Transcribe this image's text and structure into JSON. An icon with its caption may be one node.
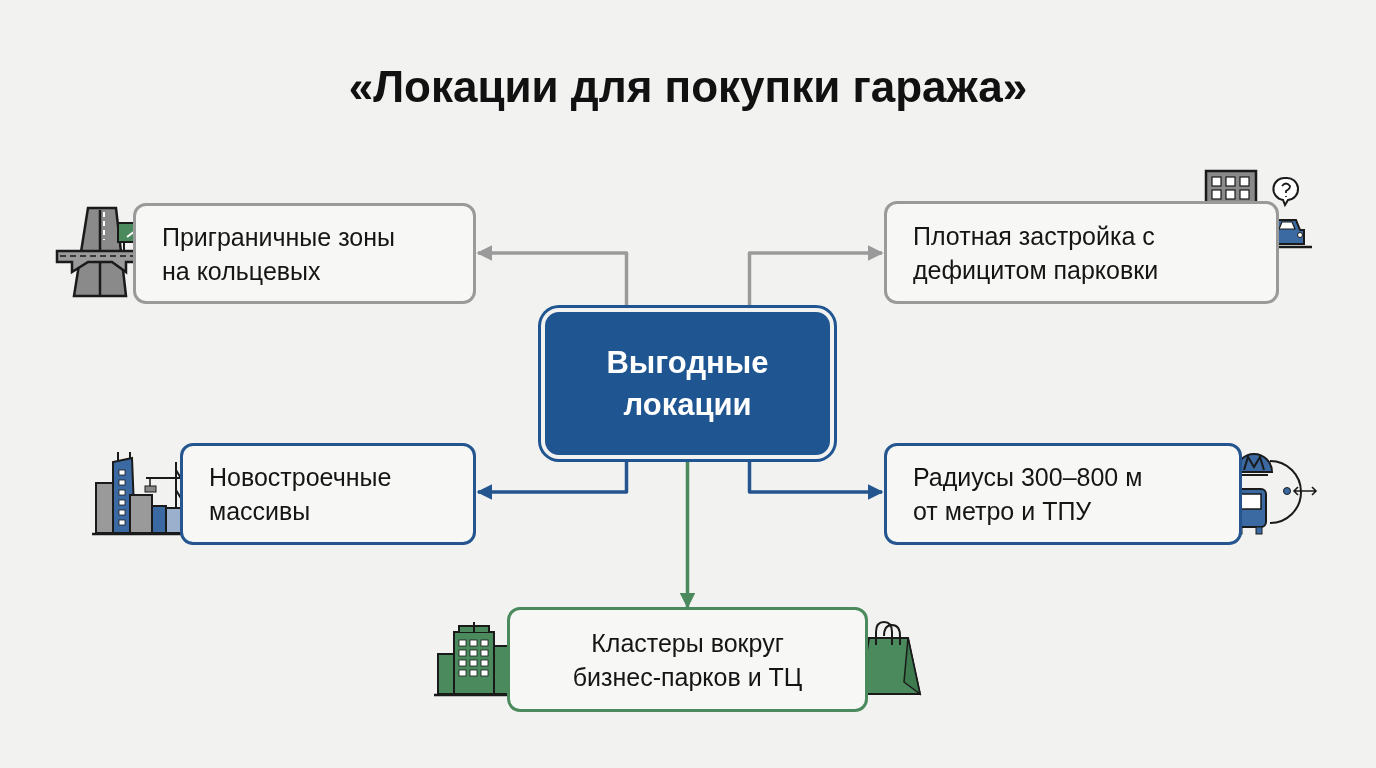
{
  "diagram": {
    "title": "«Локации для покупки гаража»",
    "nodes": [
      {
        "text": [
          "Выгодные локации"
        ]
      },
      {
        "text": [
          "Приграничные зоны на кольцевых"
        ]
      },
      {
        "text": [
          "Плотная застройка с дефицитом парковки"
        ]
      },
      {
        "text": [
          "Новостроечные массивы"
        ]
      },
      {
        "text": [
          "Радиусы 300–800 м от метро и ТПУ"
        ]
      },
      {
        "text": [
          "Кластеры вокруг бизнес-парков и ТЦ"
        ]
      }
    ],
    "edges": [
      {
        "from": 0,
        "to": 1,
        "arrow": "to",
        "color": "#9a9a9a"
      },
      {
        "from": 0,
        "to": 2,
        "arrow": "to",
        "color": "#9a9a9a"
      },
      {
        "from": 0,
        "to": 3,
        "arrow": "to",
        "color": "#24558f"
      },
      {
        "from": 0,
        "to": 4,
        "arrow": "to",
        "color": "#24558f"
      },
      {
        "from": 0,
        "to": 5,
        "arrow": "to",
        "color": "#4a8a5c"
      }
    ]
  }
}
